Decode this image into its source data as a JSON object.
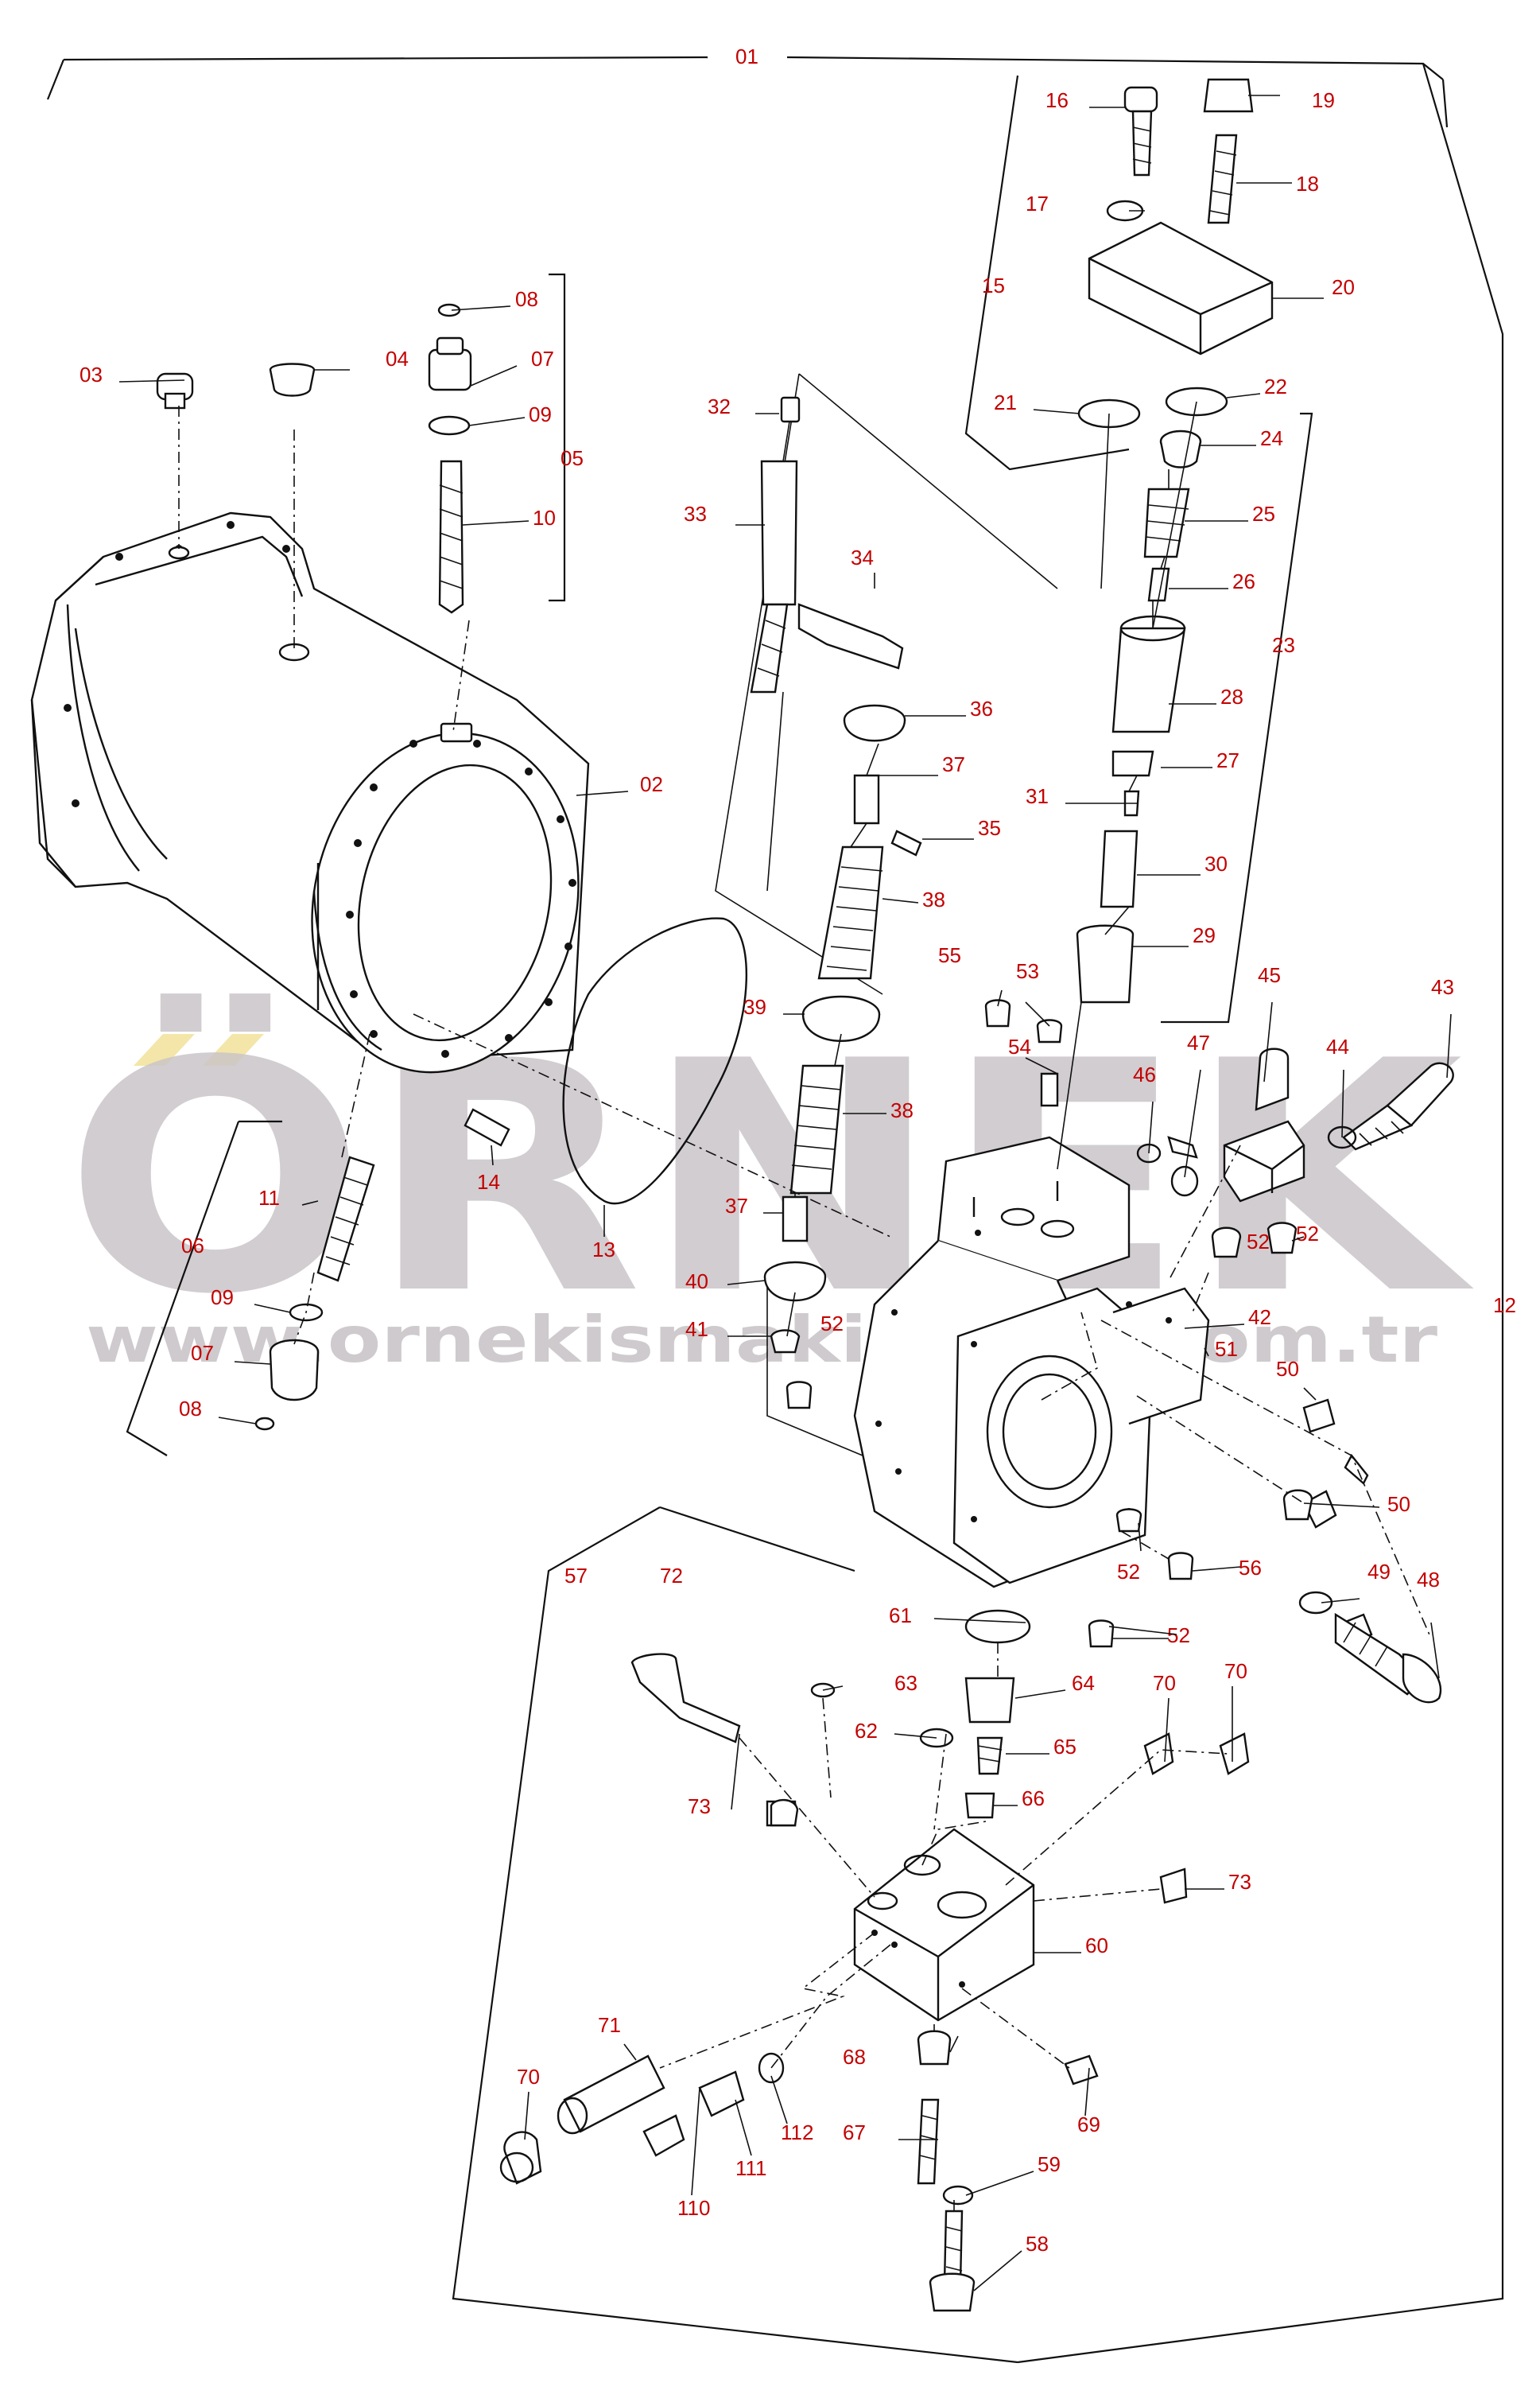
{
  "watermark": {
    "brand": "ÖRNEK",
    "url": "www.ornekismakinalari.com.tr",
    "text_color": "#c9c4c8",
    "accent_color": "#f3e6a8"
  },
  "label_color": "#c40000",
  "groups": {
    "g01": "01",
    "g05": "05",
    "g06": "06",
    "g12": "12",
    "g15": "15",
    "g23": "23",
    "g57": "57"
  },
  "labels": [
    "01",
    "02",
    "03",
    "04",
    "05",
    "06",
    "07",
    "07",
    "08",
    "08",
    "09",
    "09",
    "10",
    "11",
    "12",
    "13",
    "14",
    "15",
    "16",
    "17",
    "18",
    "19",
    "20",
    "21",
    "22",
    "23",
    "24",
    "25",
    "26",
    "27",
    "28",
    "29",
    "30",
    "31",
    "32",
    "33",
    "34",
    "35",
    "36",
    "37",
    "37",
    "38",
    "38",
    "39",
    "40",
    "41",
    "42",
    "43",
    "44",
    "45",
    "46",
    "47",
    "48",
    "49",
    "50",
    "50",
    "51",
    "52",
    "52",
    "52",
    "52",
    "52",
    "53",
    "54",
    "55",
    "56",
    "57",
    "58",
    "59",
    "60",
    "61",
    "62",
    "63",
    "64",
    "65",
    "66",
    "67",
    "68",
    "69",
    "70",
    "70",
    "70",
    "71",
    "72",
    "73",
    "73",
    "110",
    "111",
    "112"
  ]
}
